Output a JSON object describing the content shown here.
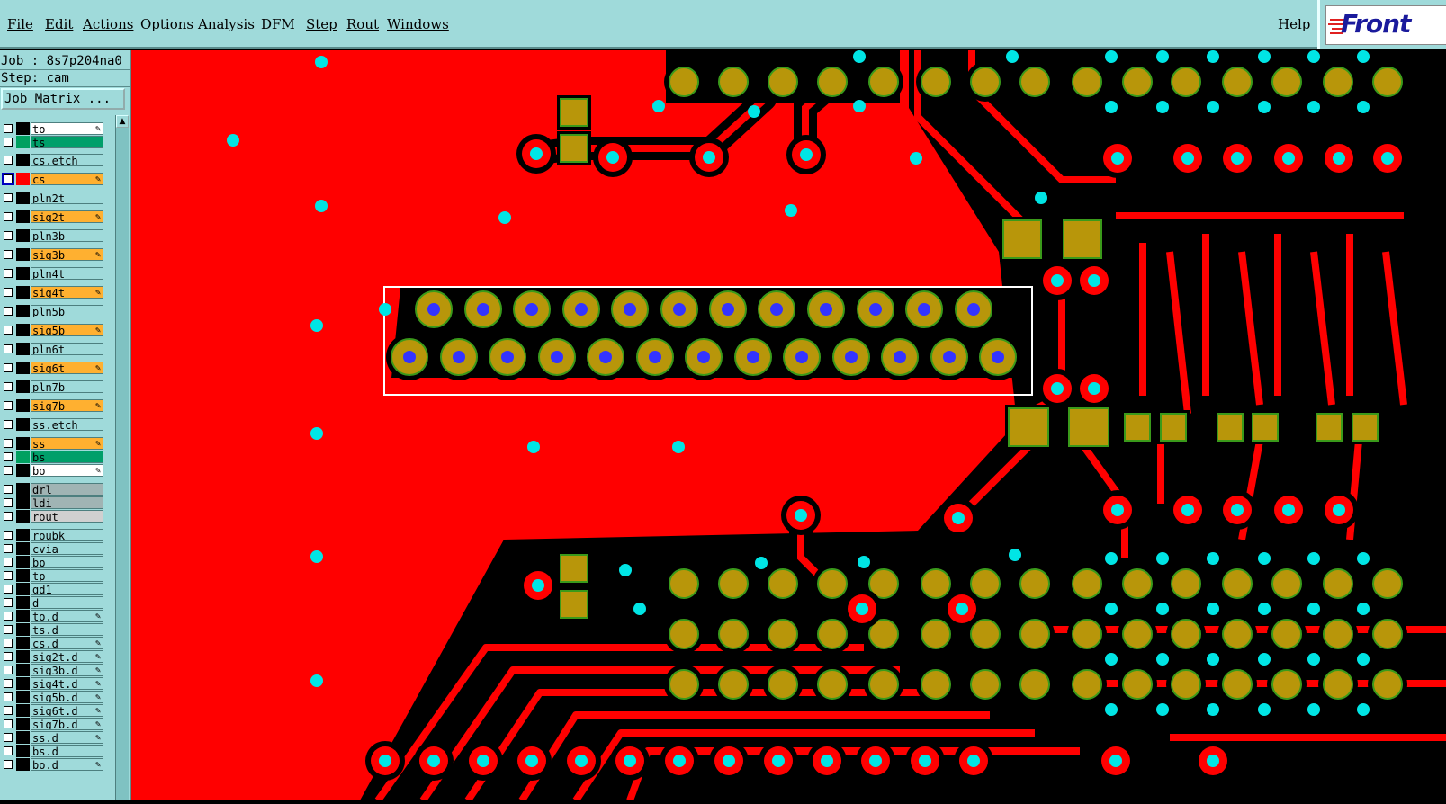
{
  "menu": {
    "file": "File",
    "edit": "Edit",
    "actions": "Actions",
    "options": "Options",
    "analysis": "Analysis",
    "dfm": "DFM",
    "step": "Step",
    "rout": "Rout",
    "windows": "Windows",
    "help": "Help"
  },
  "logo": {
    "text": "Front"
  },
  "job": {
    "job_line": "Job : 8s7p204na0",
    "step_line": "Step: cam",
    "job_matrix_label": "Job Matrix ..."
  },
  "layers": [
    {
      "name": "to",
      "color": "#000000",
      "bg": "#ffffff",
      "pen": true
    },
    {
      "name": "ts",
      "color": "#00a060",
      "bg": "#009f6a",
      "pen": false
    },
    {
      "name": "cs.etch",
      "color": "#000000",
      "bg": "#9fdada",
      "pen": false
    },
    {
      "name": "cs",
      "color": "#ff0000",
      "bg": "#ffb030",
      "pen": true,
      "active": true
    },
    {
      "name": "pln2t",
      "color": "#000000",
      "bg": "#9fdada",
      "pen": false
    },
    {
      "name": "sig2t",
      "color": "#000000",
      "bg": "#ffb030",
      "pen": true
    },
    {
      "name": "pln3b",
      "color": "#000000",
      "bg": "#9fdada",
      "pen": false
    },
    {
      "name": "sig3b",
      "color": "#000000",
      "bg": "#ffb030",
      "pen": true
    },
    {
      "name": "pln4t",
      "color": "#000000",
      "bg": "#9fdada",
      "pen": false
    },
    {
      "name": "sig4t",
      "color": "#000000",
      "bg": "#ffb030",
      "pen": true
    },
    {
      "name": "pln5b",
      "color": "#000000",
      "bg": "#9fdada",
      "pen": false
    },
    {
      "name": "sig5b",
      "color": "#000000",
      "bg": "#ffb030",
      "pen": true
    },
    {
      "name": "pln6t",
      "color": "#000000",
      "bg": "#9fdada",
      "pen": false
    },
    {
      "name": "sig6t",
      "color": "#000000",
      "bg": "#ffb030",
      "pen": true
    },
    {
      "name": "pln7b",
      "color": "#000000",
      "bg": "#9fdada",
      "pen": false
    },
    {
      "name": "sig7b",
      "color": "#000000",
      "bg": "#ffb030",
      "pen": true
    },
    {
      "name": "ss.etch",
      "color": "#000000",
      "bg": "#9fdada",
      "pen": false
    },
    {
      "name": "ss",
      "color": "#000000",
      "bg": "#ffb030",
      "pen": true
    },
    {
      "name": "bs",
      "color": "#000000",
      "bg": "#009f6a",
      "pen": false
    },
    {
      "name": "bo",
      "color": "#000000",
      "bg": "#ffffff",
      "pen": true
    },
    {
      "name": "drl",
      "color": "#000000",
      "bg": "#a0b4b4",
      "pen": false
    },
    {
      "name": "ldi",
      "color": "#000000",
      "bg": "#a0b4b4",
      "pen": false
    },
    {
      "name": "rout",
      "color": "#000000",
      "bg": "#d0d0d0",
      "pen": false
    },
    {
      "name": "roubk",
      "color": "#000000",
      "bg": "#9fdada",
      "pen": false
    },
    {
      "name": "cvia",
      "color": "#000000",
      "bg": "#9fdada",
      "pen": false
    },
    {
      "name": "bp",
      "color": "#000000",
      "bg": "#9fdada",
      "pen": false
    },
    {
      "name": "tp",
      "color": "#000000",
      "bg": "#9fdada",
      "pen": false
    },
    {
      "name": "gd1",
      "color": "#000000",
      "bg": "#9fdada",
      "pen": false
    },
    {
      "name": "d",
      "color": "#000000",
      "bg": "#9fdada",
      "pen": false
    },
    {
      "name": "to.d",
      "color": "#000000",
      "bg": "#9fdada",
      "pen": true
    },
    {
      "name": "ts.d",
      "color": "#000000",
      "bg": "#9fdada",
      "pen": false
    },
    {
      "name": "cs.d",
      "color": "#000000",
      "bg": "#9fdada",
      "pen": true
    },
    {
      "name": "sig2t.d",
      "color": "#000000",
      "bg": "#9fdada",
      "pen": true
    },
    {
      "name": "sig3b.d",
      "color": "#000000",
      "bg": "#9fdada",
      "pen": true
    },
    {
      "name": "sig4t.d",
      "color": "#000000",
      "bg": "#9fdada",
      "pen": true
    },
    {
      "name": "sig5b.d",
      "color": "#000000",
      "bg": "#9fdada",
      "pen": true
    },
    {
      "name": "sig6t.d",
      "color": "#000000",
      "bg": "#9fdada",
      "pen": true
    },
    {
      "name": "sig7b.d",
      "color": "#000000",
      "bg": "#9fdada",
      "pen": true
    },
    {
      "name": "ss.d",
      "color": "#000000",
      "bg": "#9fdada",
      "pen": true
    },
    {
      "name": "bs.d",
      "color": "#000000",
      "bg": "#9fdada",
      "pen": false
    },
    {
      "name": "bo.d",
      "color": "#000000",
      "bg": "#9fdada",
      "pen": true
    }
  ],
  "icons": {
    "pen": "pen-icon",
    "scroll_up": "arrow-up-icon"
  },
  "colors": {
    "copper": "#ff0000",
    "clearance": "#000000",
    "pad": "#b8960a",
    "pad_outline": "#3a9a1a",
    "drill": "#3333ff",
    "via": "#00e5e5",
    "panel": "#9fdada",
    "selection": "#ffffff"
  }
}
